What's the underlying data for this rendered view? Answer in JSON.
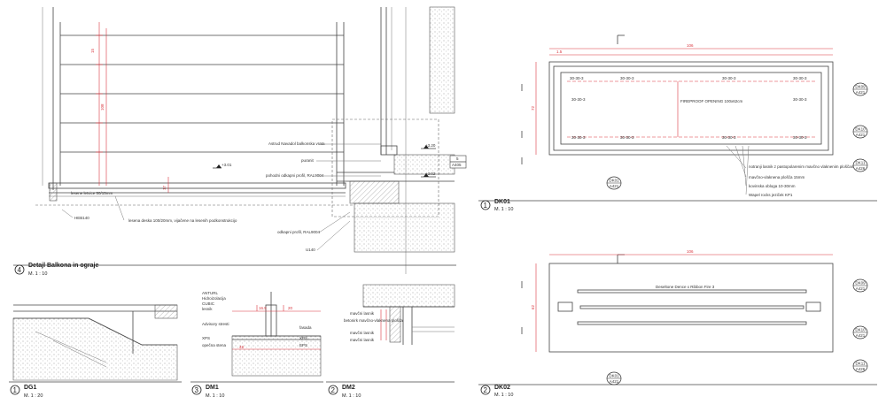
{
  "drawings": {
    "detail4": {
      "number": "4",
      "title": "Detajl Balkona in ograje",
      "scale": "M. 1 : 10"
    },
    "dg1": {
      "number": "1",
      "title": "DG1",
      "scale": "M. 1 : 20"
    },
    "dm1": {
      "number": "3",
      "title": "DM1",
      "scale": "M. 1 : 10"
    },
    "dm2": {
      "number": "2",
      "title": "DM2",
      "scale": "M. 1 : 10"
    },
    "dk01": {
      "number": "1",
      "title": "DK01",
      "scale": "M. 1 : 10"
    },
    "dk02": {
      "number": "2",
      "title": "DK02",
      "scale": "M. 1 : 10"
    }
  },
  "detail4_labels": {
    "level_301": "+3.01",
    "level_320": "+3.20",
    "level_302": "+3.02",
    "ref_tag_top": "5",
    "ref_tag_bottom": "A405",
    "note1": "Astrud Navadol balkonska vrata",
    "note2": "puranit",
    "note3": "pohodni odkapni profil, RAL9004",
    "note4": "lesene letvice 50/15mm",
    "note5": "HEB140",
    "note6": "lesena deska 100/20mm, vijačene na lesenih podkonstrukcijo",
    "note7": "odkapni profil, RAL9004",
    "note8": "U140"
  },
  "dk01_labels": {
    "opening": "FIREPROOF OPENING 100x62cm",
    "dim_total": "106",
    "dim_inner": "1.5",
    "dim_height": "72",
    "profile": "30-30-3",
    "note_a": "notranji lasnik z pastopolarenim mavčno vlaknenim ploščami 15mm",
    "note_b": "mavčno-vlaknena plošča 15mm",
    "note_c": "kovinska obloga 10-30mm",
    "note_d": "Wapel rocks jeziček KP1"
  },
  "dk02_labels": {
    "product": "Deseltone Dence x Ribbon Fire 3",
    "dim_total": "106",
    "dim_height": "62"
  },
  "section_tags": [
    {
      "id": "DK09",
      "sheet": "A421"
    },
    {
      "id": "DK10",
      "sheet": "A421"
    },
    {
      "id": "DK11",
      "sheet": "A426"
    },
    {
      "id": "DK01",
      "sheet": "A421"
    },
    {
      "id": "DK09",
      "sheet": "A421"
    },
    {
      "id": "DK10",
      "sheet": "A421"
    },
    {
      "id": "DK11",
      "sheet": "A426"
    },
    {
      "id": "DK01",
      "sheet": "A421"
    }
  ],
  "dm1_labels": {
    "a": "ANTURL",
    "b": "Hidroizolacija",
    "c": "CUBIC",
    "d": "lesnik",
    "e": "Advisory stresti",
    "f": "XPS",
    "g": "opečna stena",
    "h": "fasada",
    "i": "XPS",
    "j": "EPS"
  },
  "dm2_labels": {
    "a": "mavčni lasnik",
    "b": "betonirk mavčno-vlaknena plošča",
    "c": "mavčni lasnik",
    "d": "mavčni lasnik"
  }
}
